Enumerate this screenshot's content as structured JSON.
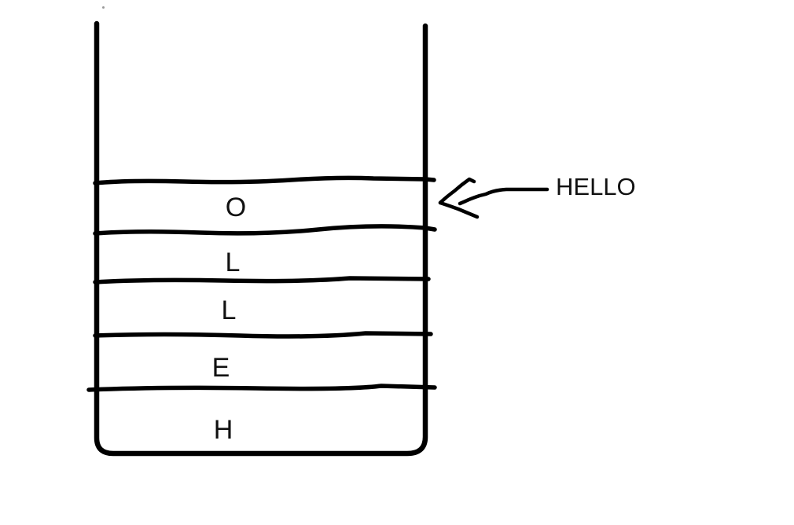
{
  "diagram": {
    "kind": "stack-diagram-hand-drawn",
    "description": "Open-top container (stack) with letters pushed bottom-to-top",
    "stack": {
      "items_top_to_bottom": [
        "O",
        "L",
        "L",
        "E",
        "H"
      ],
      "items": [
        {
          "label": "O",
          "position": "top"
        },
        {
          "label": "L",
          "position": "middle"
        },
        {
          "label": "L",
          "position": "middle"
        },
        {
          "label": "E",
          "position": "middle"
        },
        {
          "label": "H",
          "position": "bottom"
        }
      ],
      "word_spelled": "HELLO"
    },
    "annotation": {
      "label": "HELLO",
      "arrow_points_to": "top stack element (O)"
    },
    "colors": {
      "ink": "#000000",
      "background": "#ffffff"
    }
  }
}
